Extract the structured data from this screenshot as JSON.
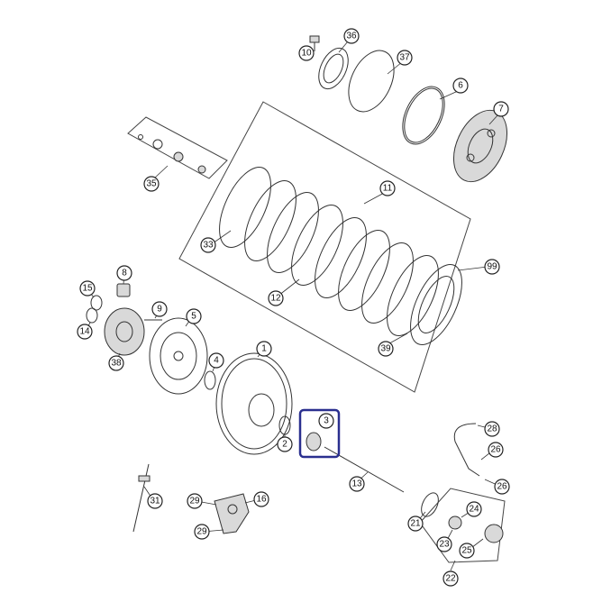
{
  "callouts": [
    {
      "id": "c1",
      "label": "1"
    },
    {
      "id": "c2",
      "label": "2"
    },
    {
      "id": "c3",
      "label": "3"
    },
    {
      "id": "c4",
      "label": "4"
    },
    {
      "id": "c5",
      "label": "5"
    },
    {
      "id": "c6",
      "label": "6"
    },
    {
      "id": "c7",
      "label": "7"
    },
    {
      "id": "c8",
      "label": "8"
    },
    {
      "id": "c9",
      "label": "9"
    },
    {
      "id": "c10",
      "label": "10"
    },
    {
      "id": "c11",
      "label": "11"
    },
    {
      "id": "c12",
      "label": "12"
    },
    {
      "id": "c13",
      "label": "13"
    },
    {
      "id": "c14",
      "label": "14"
    },
    {
      "id": "c15",
      "label": "15"
    },
    {
      "id": "c16",
      "label": "16"
    },
    {
      "id": "c21",
      "label": "21"
    },
    {
      "id": "c22",
      "label": "22"
    },
    {
      "id": "c23",
      "label": "23"
    },
    {
      "id": "c24",
      "label": "24"
    },
    {
      "id": "c25",
      "label": "25"
    },
    {
      "id": "c26a",
      "label": "26"
    },
    {
      "id": "c26b",
      "label": "26"
    },
    {
      "id": "c28",
      "label": "28"
    },
    {
      "id": "c29a",
      "label": "29"
    },
    {
      "id": "c29b",
      "label": "29"
    },
    {
      "id": "c31",
      "label": "31"
    },
    {
      "id": "c33",
      "label": "33"
    },
    {
      "id": "c35",
      "label": "35"
    },
    {
      "id": "c36",
      "label": "36"
    },
    {
      "id": "c37",
      "label": "37"
    },
    {
      "id": "c38",
      "label": "38"
    },
    {
      "id": "c39",
      "label": "39"
    },
    {
      "id": "c99",
      "label": "99"
    }
  ],
  "highlight": {
    "label": "3"
  }
}
